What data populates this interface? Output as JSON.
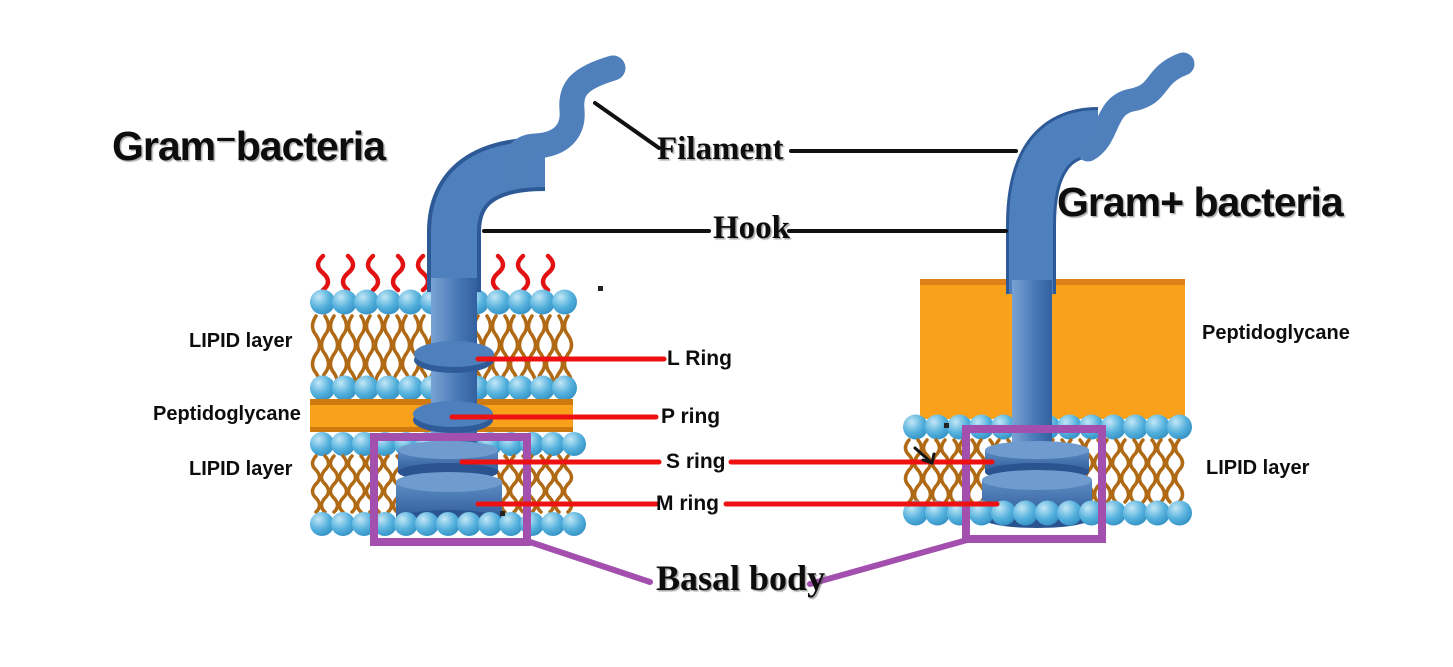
{
  "titles": {
    "left": "Gram⁻bacteria",
    "right": "Gram+ bacteria"
  },
  "annotations": {
    "filament": "Filament",
    "hook": "Hook",
    "l_ring": "L Ring",
    "p_ring": "P ring",
    "s_ring": "S ring",
    "m_ring": "M ring",
    "basal_body": "Basal body"
  },
  "layer_labels": {
    "left_lipid_top": "LIPID layer",
    "left_peptidoglycan": "Peptidoglycane",
    "left_lipid_bottom": "LIPID layer",
    "right_peptidoglycan": "Peptidoglycane",
    "right_lipid": "LIPID layer"
  },
  "icons": {
    "flagellum": "blue-flagellum-shape",
    "lipid_head": "blue-circle",
    "lipid_tail": "brown-wavy-line",
    "lps_squiggle": "red-squiggle"
  },
  "colors": {
    "flagellum_blue": "#4e80bd",
    "flagellum_blue_dark": "#2d5a96",
    "lipid_head_blue": "#55b1dd",
    "lipid_tail_brown": "#b06a15",
    "peptidoglycan_orange": "#f9a11b",
    "peptidoglycan_orange_dark": "#cf7a10",
    "annotation_red": "#ee1111",
    "basal_box_purple": "#a34fae",
    "line_black": "#111111",
    "text_black": "#0d0d0d"
  }
}
